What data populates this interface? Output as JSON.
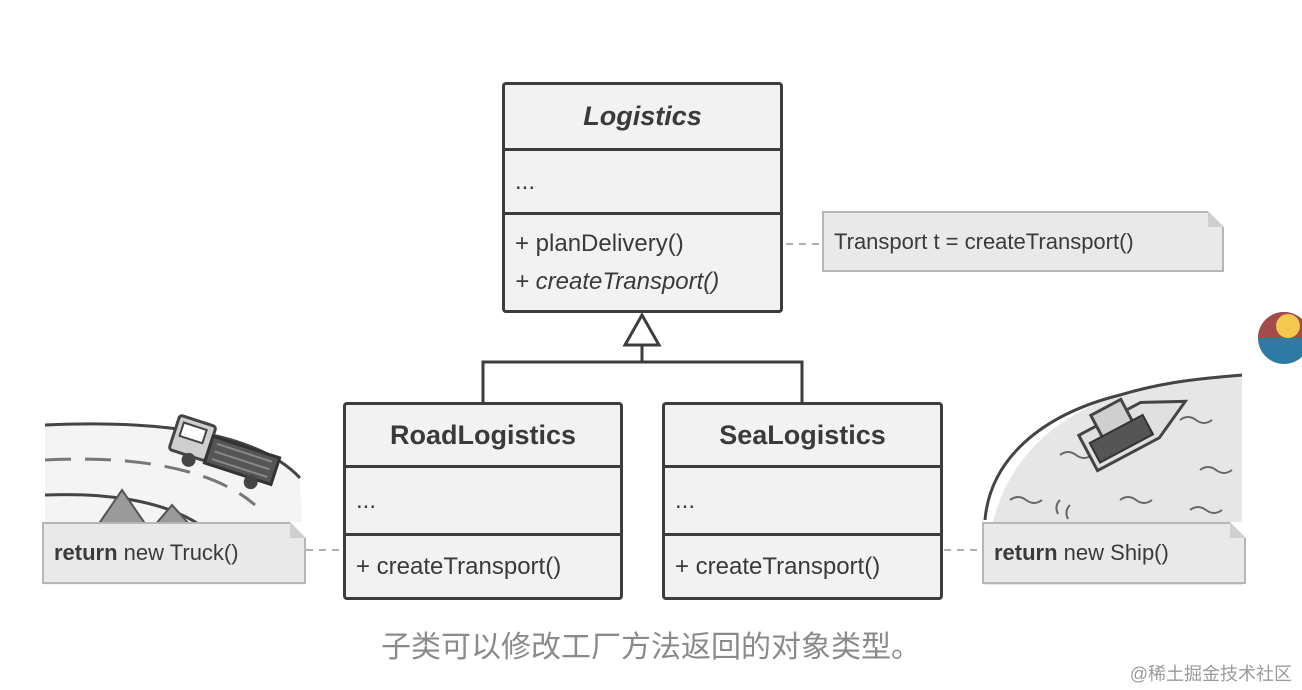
{
  "diagram": {
    "logistics": {
      "name": "Logistics",
      "fields": "...",
      "methods": [
        "+ planDelivery()",
        "+ createTransport()"
      ]
    },
    "road": {
      "name": "RoadLogistics",
      "fields": "...",
      "method": "+ createTransport()"
    },
    "sea": {
      "name": "SeaLogistics",
      "fields": "...",
      "method": "+ createTransport()"
    },
    "notes": {
      "transport": "Transport t = createTransport()",
      "truck_keyword": "return",
      "truck_rest": " new Truck()",
      "ship_keyword": "return",
      "ship_rest": " new Ship()"
    }
  },
  "caption": "子类可以修改工厂方法返回的对象类型。",
  "watermark": "@稀土掘金技术社区",
  "icons": [
    "truck-illustration",
    "ship-illustration",
    "inheritance-arrow-icon",
    "avatar-icon"
  ],
  "colors": {
    "box_fill": "#f2f2f2",
    "border": "#3d3d3d",
    "note_fill": "#e9e9e9"
  }
}
